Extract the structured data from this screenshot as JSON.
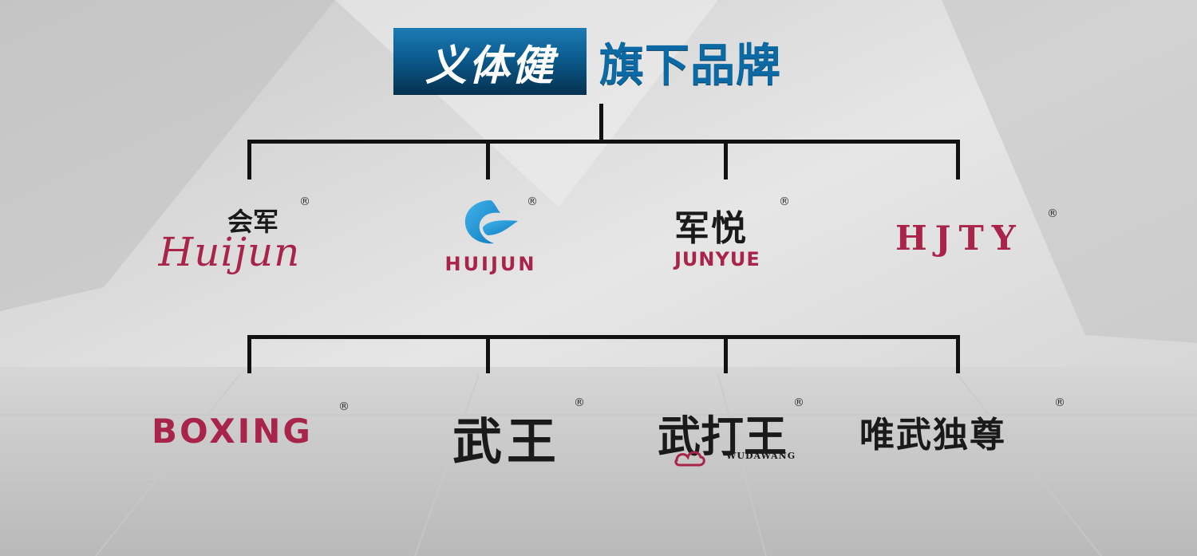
{
  "header": {
    "company_name": "义体健",
    "subtitle": "旗下品牌"
  },
  "registered_mark": "®",
  "brands_row1": [
    {
      "cn": "会军",
      "en": "Huijun"
    },
    {
      "cn": "",
      "en": "HUIJUN"
    },
    {
      "cn": "军悦",
      "en": "JUNYUE"
    },
    {
      "cn": "",
      "en": "HJTY"
    }
  ],
  "brands_row2": [
    {
      "cn": "",
      "en": "BOXING"
    },
    {
      "cn": "武王",
      "en": ""
    },
    {
      "cn": "武打王",
      "en": "WUDAWANG"
    },
    {
      "cn": "唯武独尊",
      "en": ""
    }
  ],
  "colors": {
    "brand_blue": "#0b6aa3",
    "crimson": "#a8244a",
    "dark": "#1a1a1a",
    "connector": "#111111"
  },
  "icons": [
    "swirl-logo-icon",
    "cloud-ornament-icon"
  ]
}
